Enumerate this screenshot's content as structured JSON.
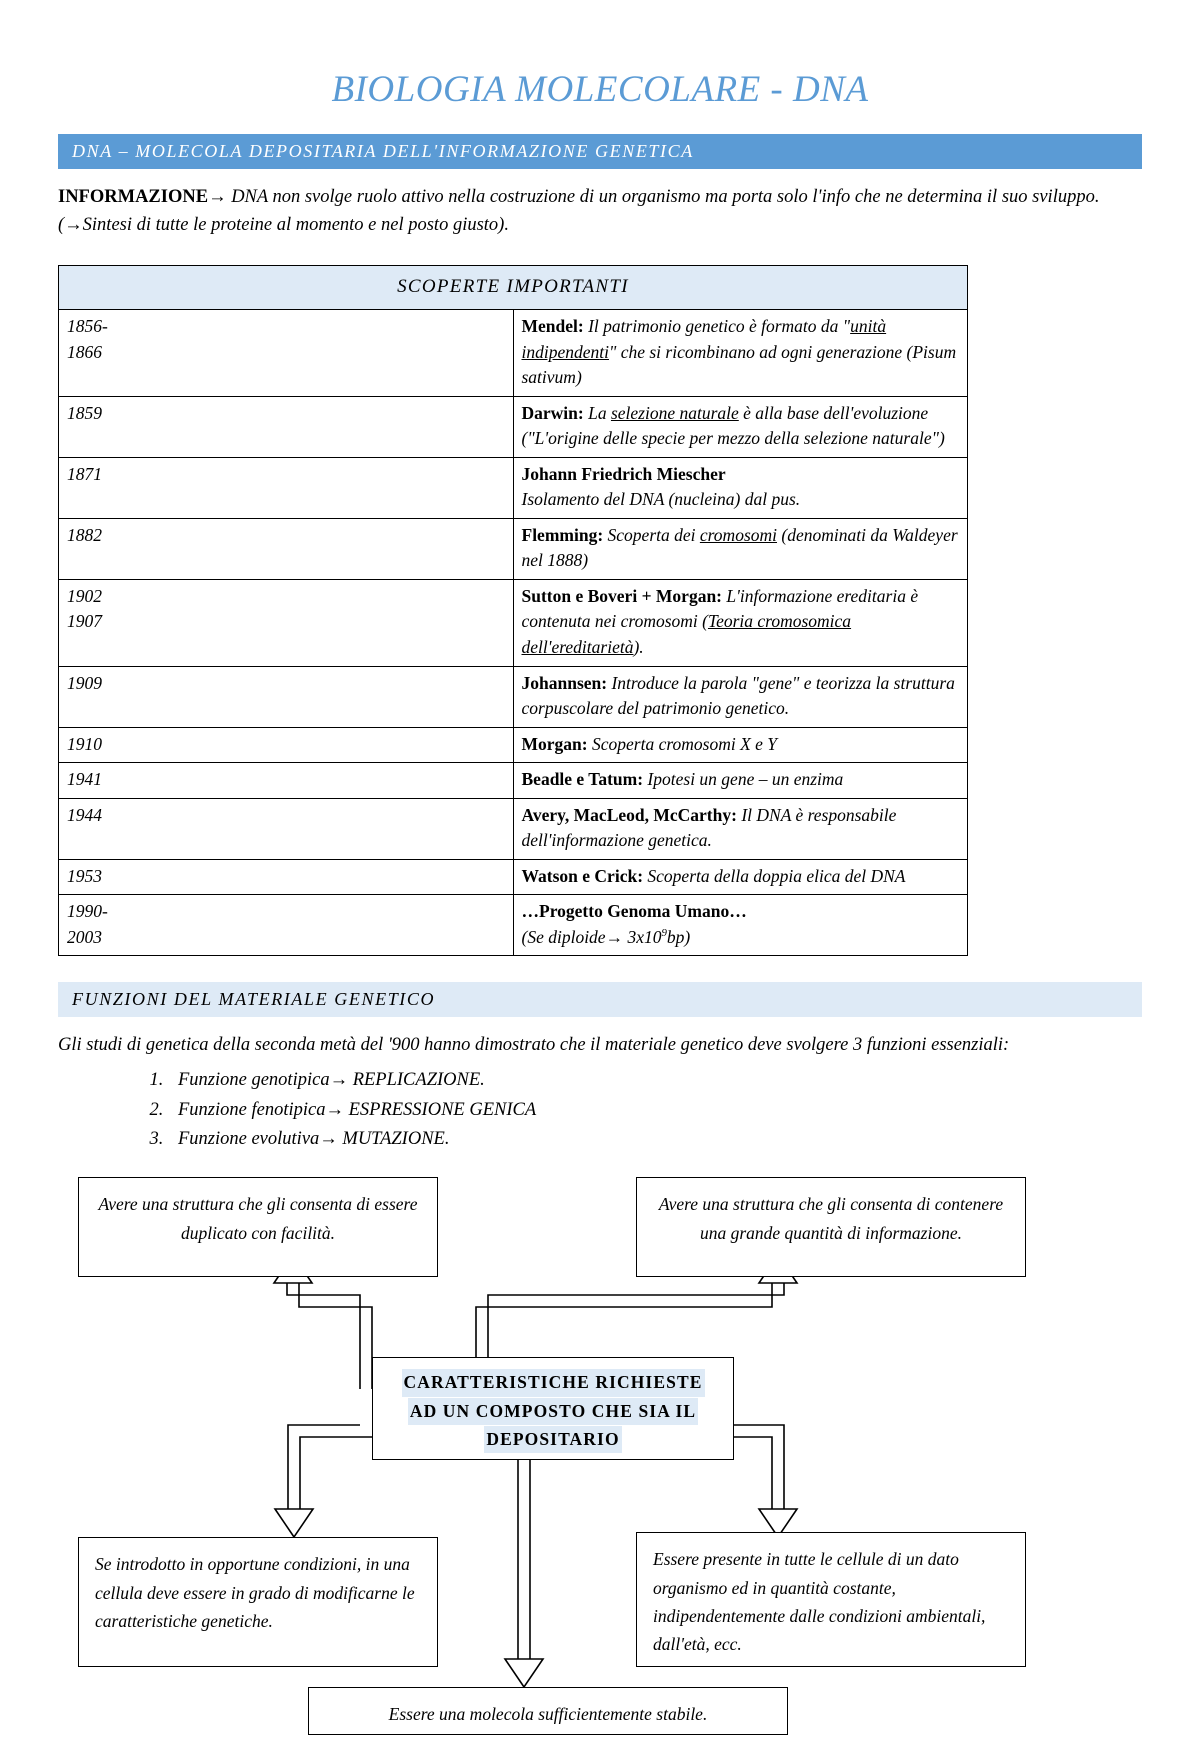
{
  "document": {
    "title": "BIOLOGIA MOLECOLARE - DNA",
    "section1_heading": "DNA – MOLECOLA DEPOSITARIA DELL'INFORMAZIONE GENETICA",
    "intro": {
      "label": "INFORMAZIONE",
      "arrow": "→",
      "text_line1": " DNA non svolge ruolo attivo nella costruzione di un organismo ma porta solo l'info che ne determina il suo sviluppo. (",
      "text_line2": "Sintesi di tutte le proteine al momento e nel posto giusto)."
    }
  },
  "table": {
    "header": "SCOPERTE IMPORTANTI",
    "rows": [
      {
        "year": "1856-\n1866",
        "name": "Mendel:",
        "desc_a": " Il patrimonio genetico è formato da \"",
        "underlined": "unità indipendenti",
        "desc_b": "\" che si ricombinano ad ogni generazione (Pisum sativum)"
      },
      {
        "year": "1859",
        "name": "Darwin:",
        "desc_a": " La ",
        "underlined": "selezione naturale",
        "desc_b": " è alla base dell'evoluzione (\"L'origine delle specie per mezzo della selezione naturale\")"
      },
      {
        "year": "1871",
        "name": "Johann Friedrich Miescher",
        "desc_a": "",
        "underlined": "",
        "desc_b": "",
        "second_line": "Isolamento del DNA (nucleina) dal pus."
      },
      {
        "year": "1882",
        "name": "Flemming:",
        "desc_a": " Scoperta dei ",
        "underlined": "cromosomi",
        "desc_b": " (denominati da Waldeyer nel 1888)"
      },
      {
        "year": "1902\n1907",
        "name": "Sutton e Boveri + Morgan:",
        "desc_a": " L'informazione ereditaria è contenuta nei cromosomi (",
        "underlined": "Teoria cromosomica dell'ereditarietà",
        "desc_b": ")."
      },
      {
        "year": "1909",
        "name": "Johannsen:",
        "desc_a": " Introduce la parola \"gene\" e teorizza la struttura corpuscolare del patrimonio genetico.",
        "underlined": "",
        "desc_b": ""
      },
      {
        "year": "1910",
        "name": "Morgan:",
        "desc_a": " Scoperta cromosomi X e Y",
        "underlined": "",
        "desc_b": ""
      },
      {
        "year": "1941",
        "name": "Beadle e Tatum:",
        "desc_a": " Ipotesi un gene – un enzima",
        "underlined": "",
        "desc_b": ""
      },
      {
        "year": "1944",
        "name": "Avery, MacLeod, McCarthy:",
        "desc_a": " Il DNA è responsabile dell'informazione genetica.",
        "underlined": "",
        "desc_b": ""
      },
      {
        "year": "1953",
        "name": "Watson e Crick:",
        "desc_a": " Scoperta della doppia elica del DNA",
        "underlined": "",
        "desc_b": ""
      },
      {
        "year": "1990-\n2003",
        "name": "…Progetto Genoma Umano…",
        "desc_a": "",
        "underlined": "",
        "desc_b": "",
        "second_line_prefix": "(Se diploide",
        "second_line_arrow": "→",
        "second_line_mid": " 3x10",
        "second_line_sup": "9",
        "second_line_suffix": "bp)"
      }
    ]
  },
  "funzioni": {
    "heading": "FUNZIONI DEL MATERIALE GENETICO",
    "intro": "Gli studi di genetica della seconda metà del '900 hanno dimostrato che il materiale genetico deve svolgere 3 funzioni essenziali:",
    "items": [
      {
        "pre": "Funzione genotipica",
        "arrow": "→",
        "post": " REPLICAZIONE."
      },
      {
        "pre": "Funzione fenotipica",
        "arrow": "→",
        "post": " ESPRESSIONE GENICA"
      },
      {
        "pre": "Funzione evolutiva",
        "arrow": "→",
        "post": " MUTAZIONE."
      }
    ]
  },
  "diagram": {
    "center": {
      "line1": "CARATTERISTICHE RICHIESTE",
      "line2": "AD UN COMPOSTO CHE SIA IL",
      "line3": "DEPOSITARIO"
    },
    "top_left": "Avere una struttura che gli consenta di essere duplicato con facilità.",
    "top_right": "Avere una struttura che gli consenta di contenere una grande quantità di informazione.",
    "bottom_left": "Se introdotto in opportune condizioni, in una cellula deve essere in grado di modificarne le caratteristiche genetiche.",
    "bottom_right": "Essere presente in tutte le cellule di un dato organismo ed in quantità costante, indipendentemente dalle condizioni ambientali, dall'età, ecc.",
    "bottom_center": "Essere una molecola sufficientemente stabile."
  },
  "colors": {
    "accent_blue": "#5B9BD5",
    "light_blue": "#DEEAF6",
    "text": "#000000"
  }
}
